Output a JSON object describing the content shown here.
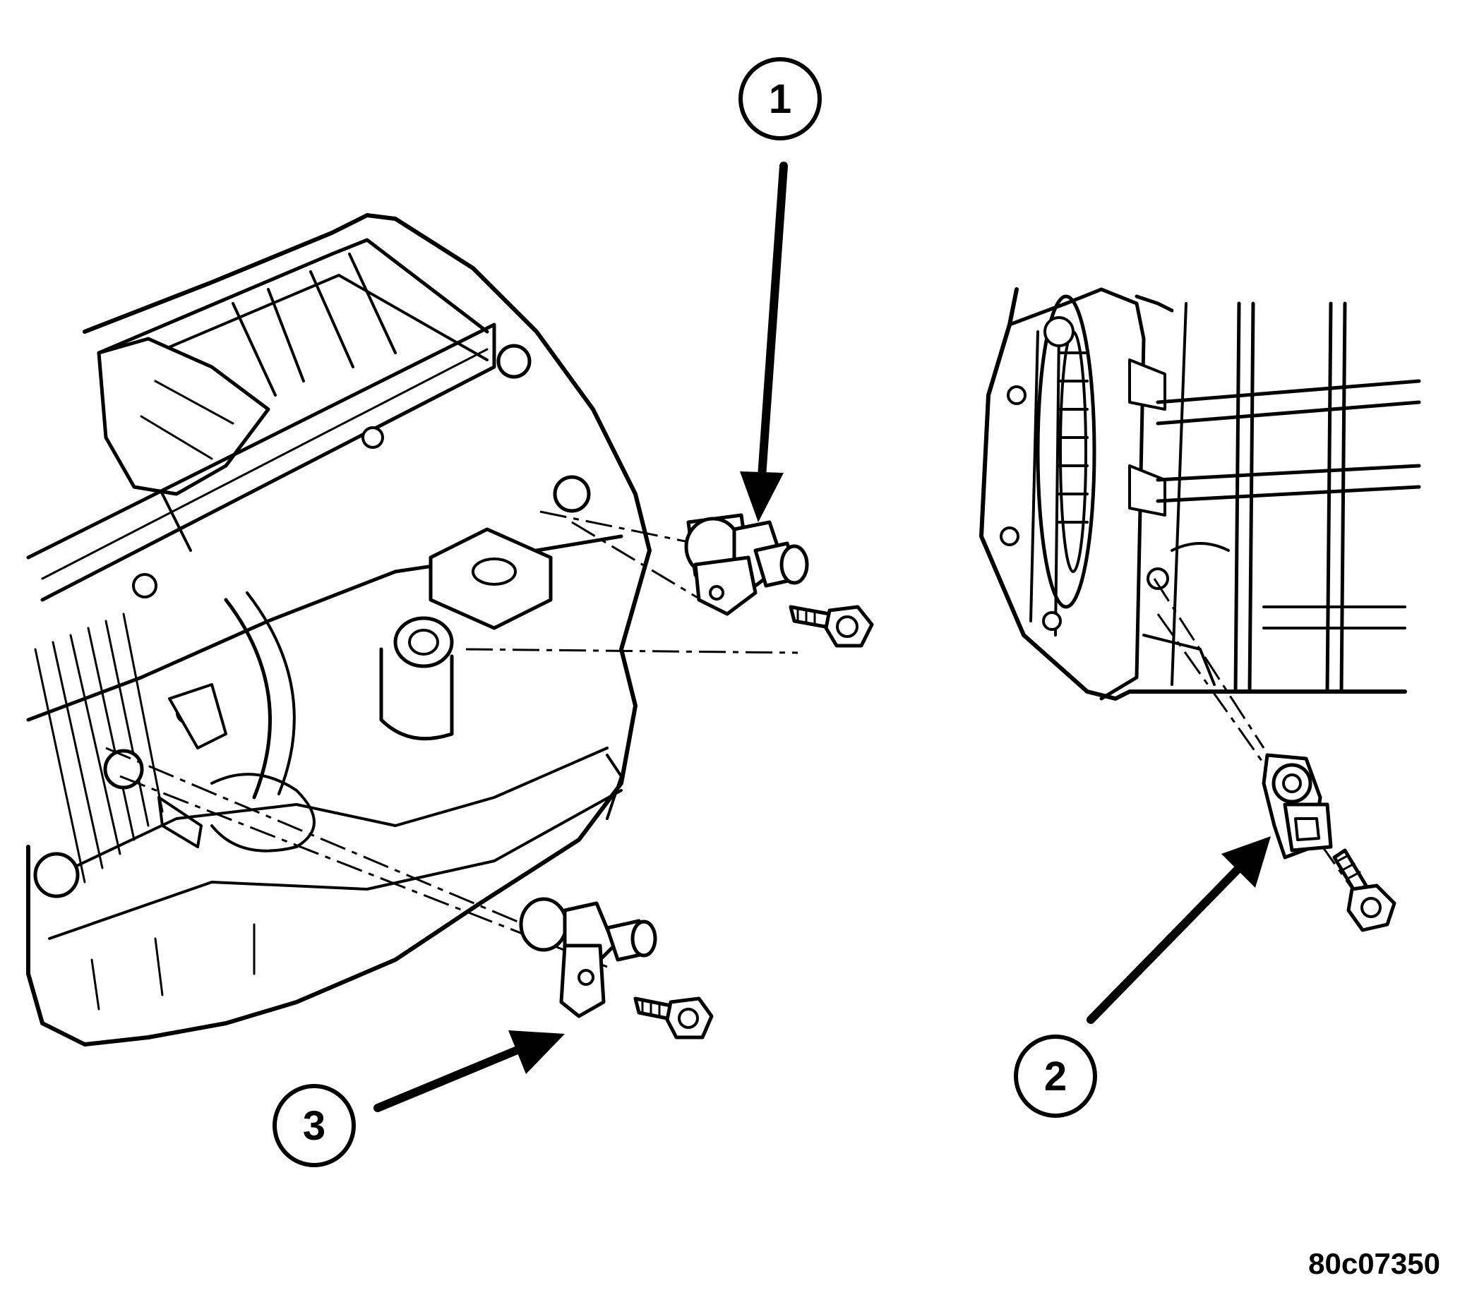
{
  "callouts": [
    {
      "label": "1"
    },
    {
      "label": "2"
    },
    {
      "label": "3"
    }
  ],
  "figure_id": "80c07350",
  "colors": {
    "ink": "#000000",
    "paper": "#ffffff"
  }
}
